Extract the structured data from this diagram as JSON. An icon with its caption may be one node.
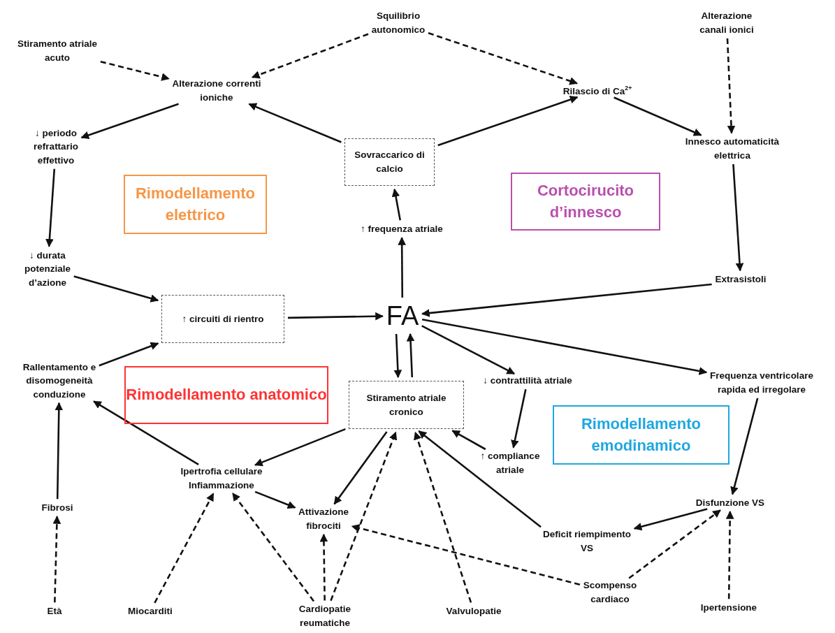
{
  "diagram": {
    "nodes": [
      {
        "text": [
          "Squilibrio autonomico"
        ]
      },
      {
        "text": [
          "Alterazione canali ionici"
        ]
      },
      {
        "text": [
          "Stiramento atriale acuto"
        ]
      },
      {
        "text": [
          "Alterazione correnti ioniche"
        ]
      },
      {
        "text": [
          "Rilascio di Ca$^{2+}$"
        ]
      },
      {
        "text": [
          "↓ periodo refrattario effettivo"
        ]
      },
      {
        "text": [
          "Sovraccarico di calcio"
        ]
      },
      {
        "text": [
          "Innesco automaticità elettrica"
        ]
      },
      {
        "text": [
          "Rimodellamento elettrico"
        ]
      },
      {
        "text": [
          "Cortocirucito d’innesco"
        ]
      },
      {
        "text": [
          "↑ frequenza atriale"
        ]
      },
      {
        "text": [
          "↓ durata potenziale d’azione"
        ]
      },
      {
        "text": [
          "Extrasistoli"
        ]
      },
      {
        "text": [
          "↑ circuiti di rientro"
        ]
      },
      {
        "text": [
          "FA"
        ]
      },
      {
        "text": [
          "Rallentamento e disomogeneità conduzione"
        ]
      },
      {
        "text": [
          "Rimodellamento anatomico"
        ]
      },
      {
        "text": [
          "Stiramento atriale cronico"
        ]
      },
      {
        "text": [
          "↓ contrattilità atriale"
        ]
      },
      {
        "text": [
          "Frequenza ventricolare rapida ed irregolare"
        ]
      },
      {
        "text": [
          "Rimodellamento emodinamico"
        ]
      },
      {
        "text": [
          "↑ compliance atriale"
        ]
      },
      {
        "text": [
          "Ipertrofia cellulare Infiammazione"
        ]
      },
      {
        "text": [
          "Fibrosi"
        ]
      },
      {
        "text": [
          "Disfunzione VS"
        ]
      },
      {
        "text": [
          "Attivazione fibrociti"
        ]
      },
      {
        "text": [
          "Deficit riempimento VS"
        ]
      },
      {
        "text": [
          "Scompenso cardiaco"
        ]
      },
      {
        "text": [
          "Età"
        ]
      },
      {
        "text": [
          "Miocarditi"
        ]
      },
      {
        "text": [
          "Cardiopatie reumatiche"
        ]
      },
      {
        "text": [
          "Valvulopatie"
        ]
      },
      {
        "text": [
          "Ipertensione"
        ]
      }
    ],
    "edges": [
      {
        "from": 2,
        "to": 3,
        "arrow": "to",
        "style": "dashed"
      },
      {
        "from": 0,
        "to": 3,
        "arrow": "to",
        "style": "dashed"
      },
      {
        "from": 0,
        "to": 4,
        "arrow": "to",
        "style": "dashed"
      },
      {
        "from": 6,
        "to": 3,
        "arrow": "to"
      },
      {
        "from": 6,
        "to": 4,
        "arrow": "to"
      },
      {
        "from": 3,
        "to": 5,
        "arrow": "to"
      },
      {
        "from": 5,
        "to": 11,
        "arrow": "to"
      },
      {
        "from": 4,
        "to": 7,
        "arrow": "to"
      },
      {
        "from": 1,
        "to": 7,
        "arrow": "to",
        "style": "dashed"
      },
      {
        "from": 7,
        "to": 12,
        "arrow": "to"
      },
      {
        "from": 12,
        "to": 14,
        "arrow": "to"
      },
      {
        "from": 11,
        "to": 13,
        "arrow": "to"
      },
      {
        "from": 15,
        "to": 13,
        "arrow": "to"
      },
      {
        "from": 13,
        "to": 14,
        "arrow": "to"
      },
      {
        "from": 14,
        "to": 10,
        "arrow": "to"
      },
      {
        "from": 10,
        "to": 6,
        "arrow": "to"
      },
      {
        "from": 14,
        "to": 17,
        "arrow": "to"
      },
      {
        "from": 17,
        "to": 14,
        "arrow": "to"
      },
      {
        "from": 14,
        "to": 18,
        "arrow": "to"
      },
      {
        "from": 14,
        "to": 19,
        "arrow": "to"
      },
      {
        "from": 18,
        "to": 21,
        "arrow": "to"
      },
      {
        "from": 21,
        "to": 17,
        "arrow": "to"
      },
      {
        "from": 19,
        "to": 24,
        "arrow": "to"
      },
      {
        "from": 24,
        "to": 26,
        "arrow": "to"
      },
      {
        "from": 26,
        "to": 17,
        "arrow": "to"
      },
      {
        "from": 17,
        "to": 22,
        "arrow": "to"
      },
      {
        "from": 17,
        "to": 25,
        "arrow": "to"
      },
      {
        "from": 22,
        "to": 25,
        "arrow": "to"
      },
      {
        "from": 22,
        "to": 15,
        "arrow": "to"
      },
      {
        "from": 23,
        "to": 15,
        "arrow": "to"
      },
      {
        "from": 28,
        "to": 23,
        "arrow": "to",
        "style": "dashed"
      },
      {
        "from": 29,
        "to": 22,
        "arrow": "to",
        "style": "dashed"
      },
      {
        "from": 30,
        "to": 22,
        "arrow": "to",
        "style": "dashed"
      },
      {
        "from": 30,
        "to": 25,
        "arrow": "to",
        "style": "dashed"
      },
      {
        "from": 30,
        "to": 17,
        "arrow": "to",
        "style": "dashed"
      },
      {
        "from": 31,
        "to": 17,
        "arrow": "to",
        "style": "dashed"
      },
      {
        "from": 27,
        "to": 25,
        "arrow": "to",
        "style": "dashed"
      },
      {
        "from": 27,
        "to": 24,
        "arrow": "to",
        "style": "dashed"
      },
      {
        "from": 32,
        "to": 24,
        "arrow": "to",
        "style": "dashed"
      }
    ]
  }
}
